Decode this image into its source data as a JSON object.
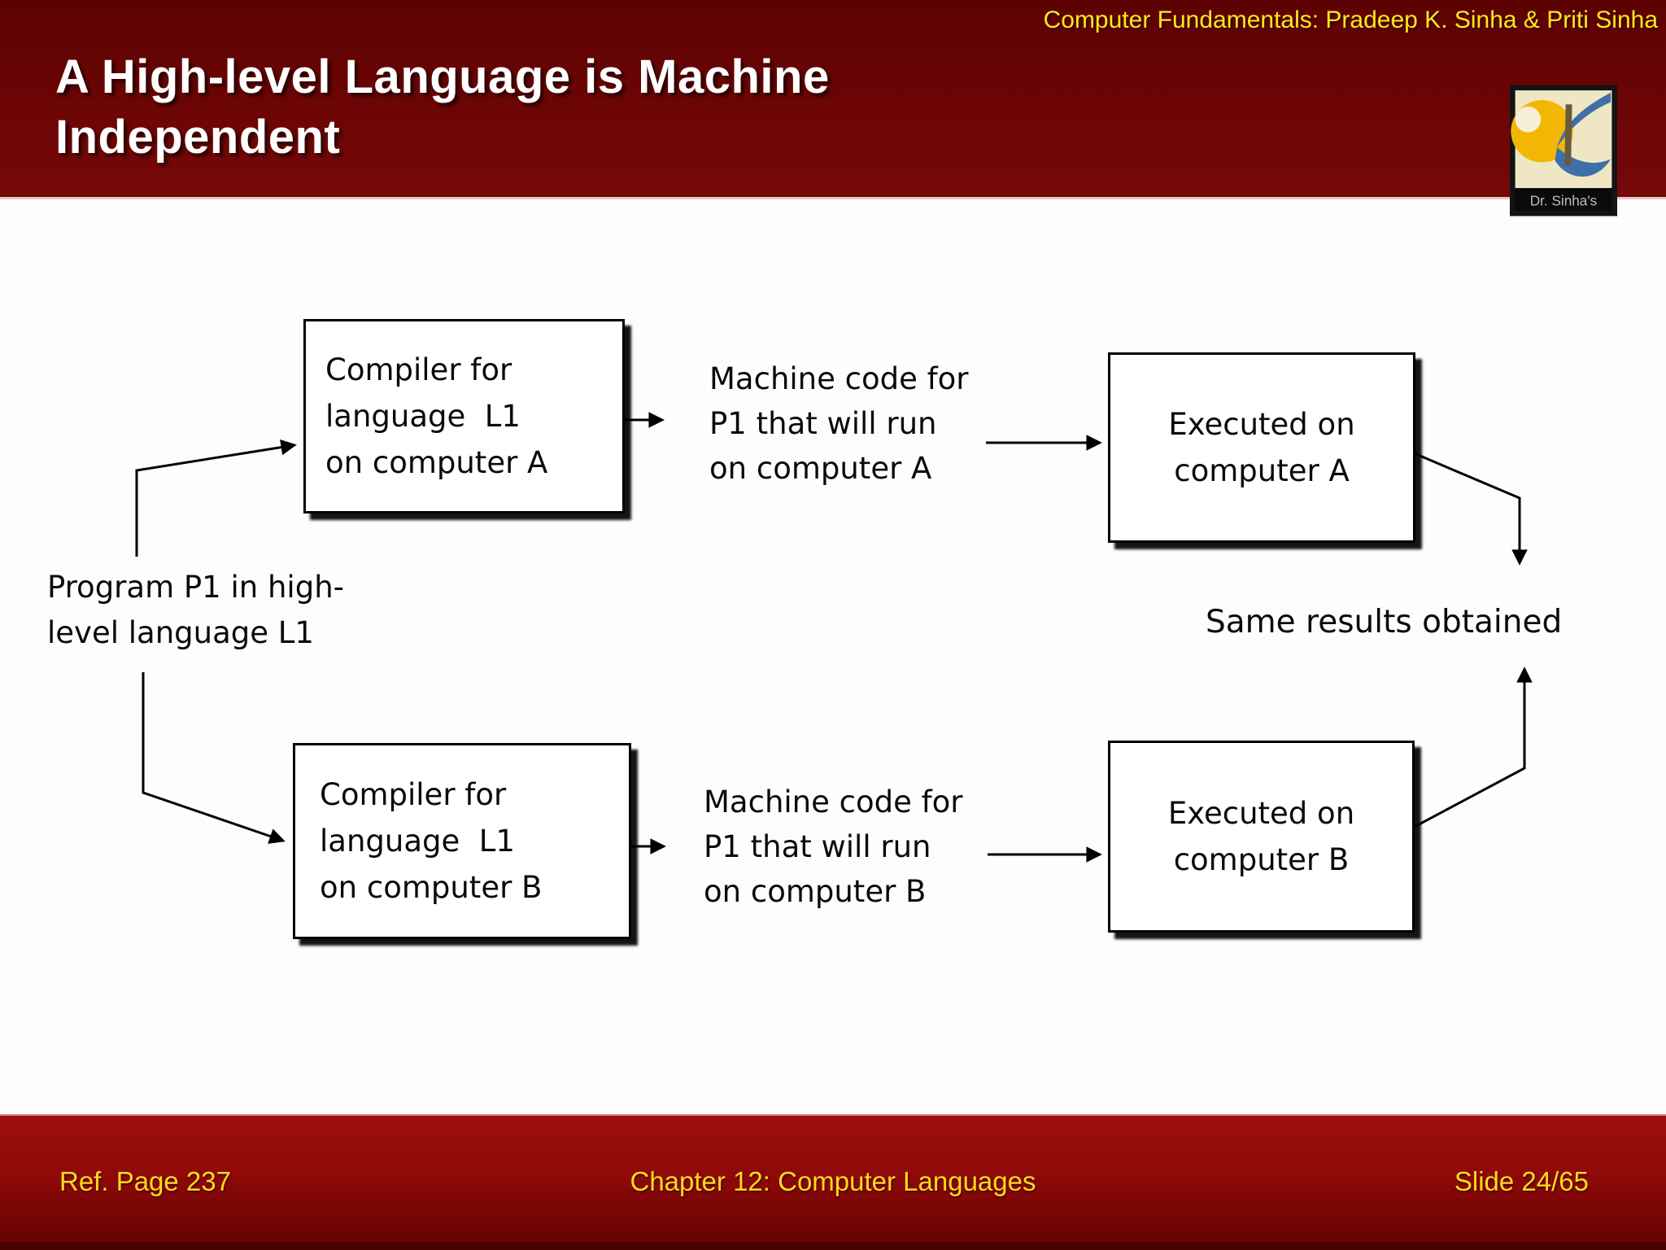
{
  "header": {
    "title_line1": "A High-level Language is Machine",
    "title_line2": "Independent",
    "credit": "Computer Fundamentals: Pradeep K. Sinha & Priti Sinha"
  },
  "logo": {
    "caption": "Dr. Sinha's"
  },
  "diagram": {
    "program": [
      "Program P1 in high-",
      "level language L1"
    ],
    "compiler_a": [
      "Compiler for",
      "language  L1",
      "on computer A"
    ],
    "machine_a": [
      "Machine code for",
      "P1 that will run",
      "on computer A"
    ],
    "exec_a": [
      "Executed on",
      "computer A"
    ],
    "compiler_b": [
      "Compiler for",
      "language  L1",
      "on computer B"
    ],
    "machine_b": [
      "Machine code for",
      "P1 that will run",
      "on computer B"
    ],
    "exec_b": [
      "Executed on",
      "computer B"
    ],
    "same_results": "Same results obtained"
  },
  "footer": {
    "ref": "Ref. Page 237",
    "chapter": "Chapter 12: Computer Languages",
    "slide": "Slide 24/65"
  },
  "colors": {
    "header_bg": "#6d0505",
    "footer_top": "#9e0e0e",
    "footer_bottom": "#620202",
    "accent_yellow": "#ffe81a",
    "footer_yellow": "#ffd91c",
    "title_white": "#ffffff",
    "box_border": "#000000",
    "box_fill": "#ffffff",
    "arrow": "#000000",
    "logo_yellow": "#f2b705",
    "logo_blue": "#3f6fa8",
    "logo_cream": "#efe6c4"
  }
}
